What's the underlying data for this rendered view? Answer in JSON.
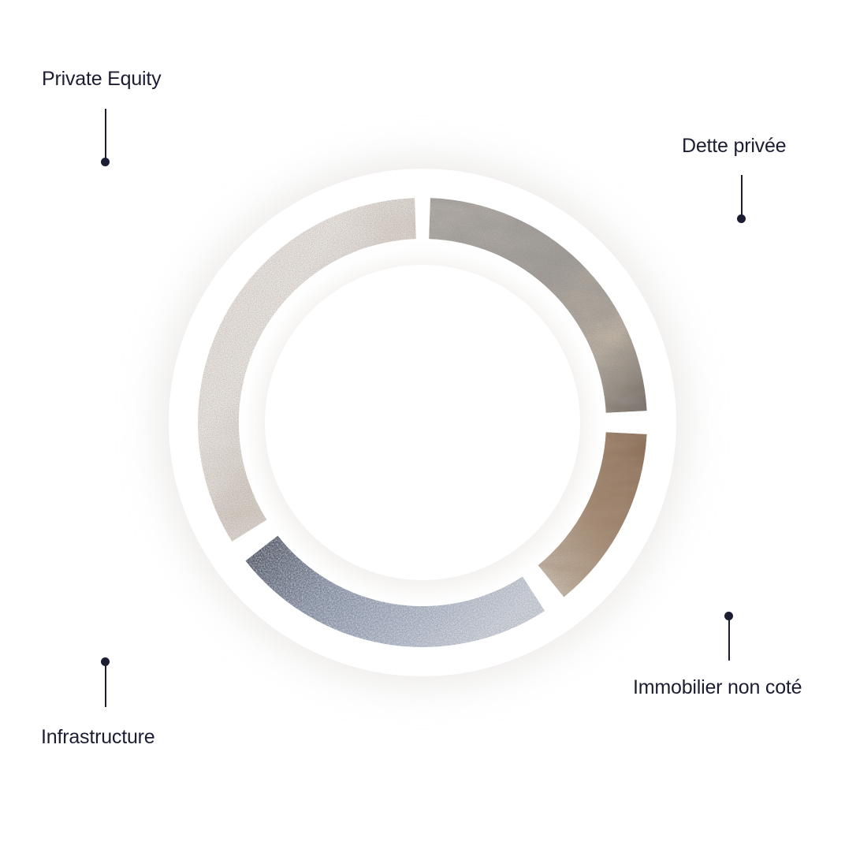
{
  "diagram": {
    "type": "segmented-ring",
    "segments": [
      {
        "label": "Private Equity",
        "texture": "white-marble"
      },
      {
        "label": "Dette privée",
        "texture": "grey-rock"
      },
      {
        "label": "Immobilier non coté",
        "texture": "brown-sandstone"
      },
      {
        "label": "Infrastructure",
        "texture": "blue-grey-granite"
      }
    ]
  },
  "colors": {
    "label_text": "#1c1d33",
    "connector": "#1b1d33",
    "ring_base": "#ffffff"
  }
}
